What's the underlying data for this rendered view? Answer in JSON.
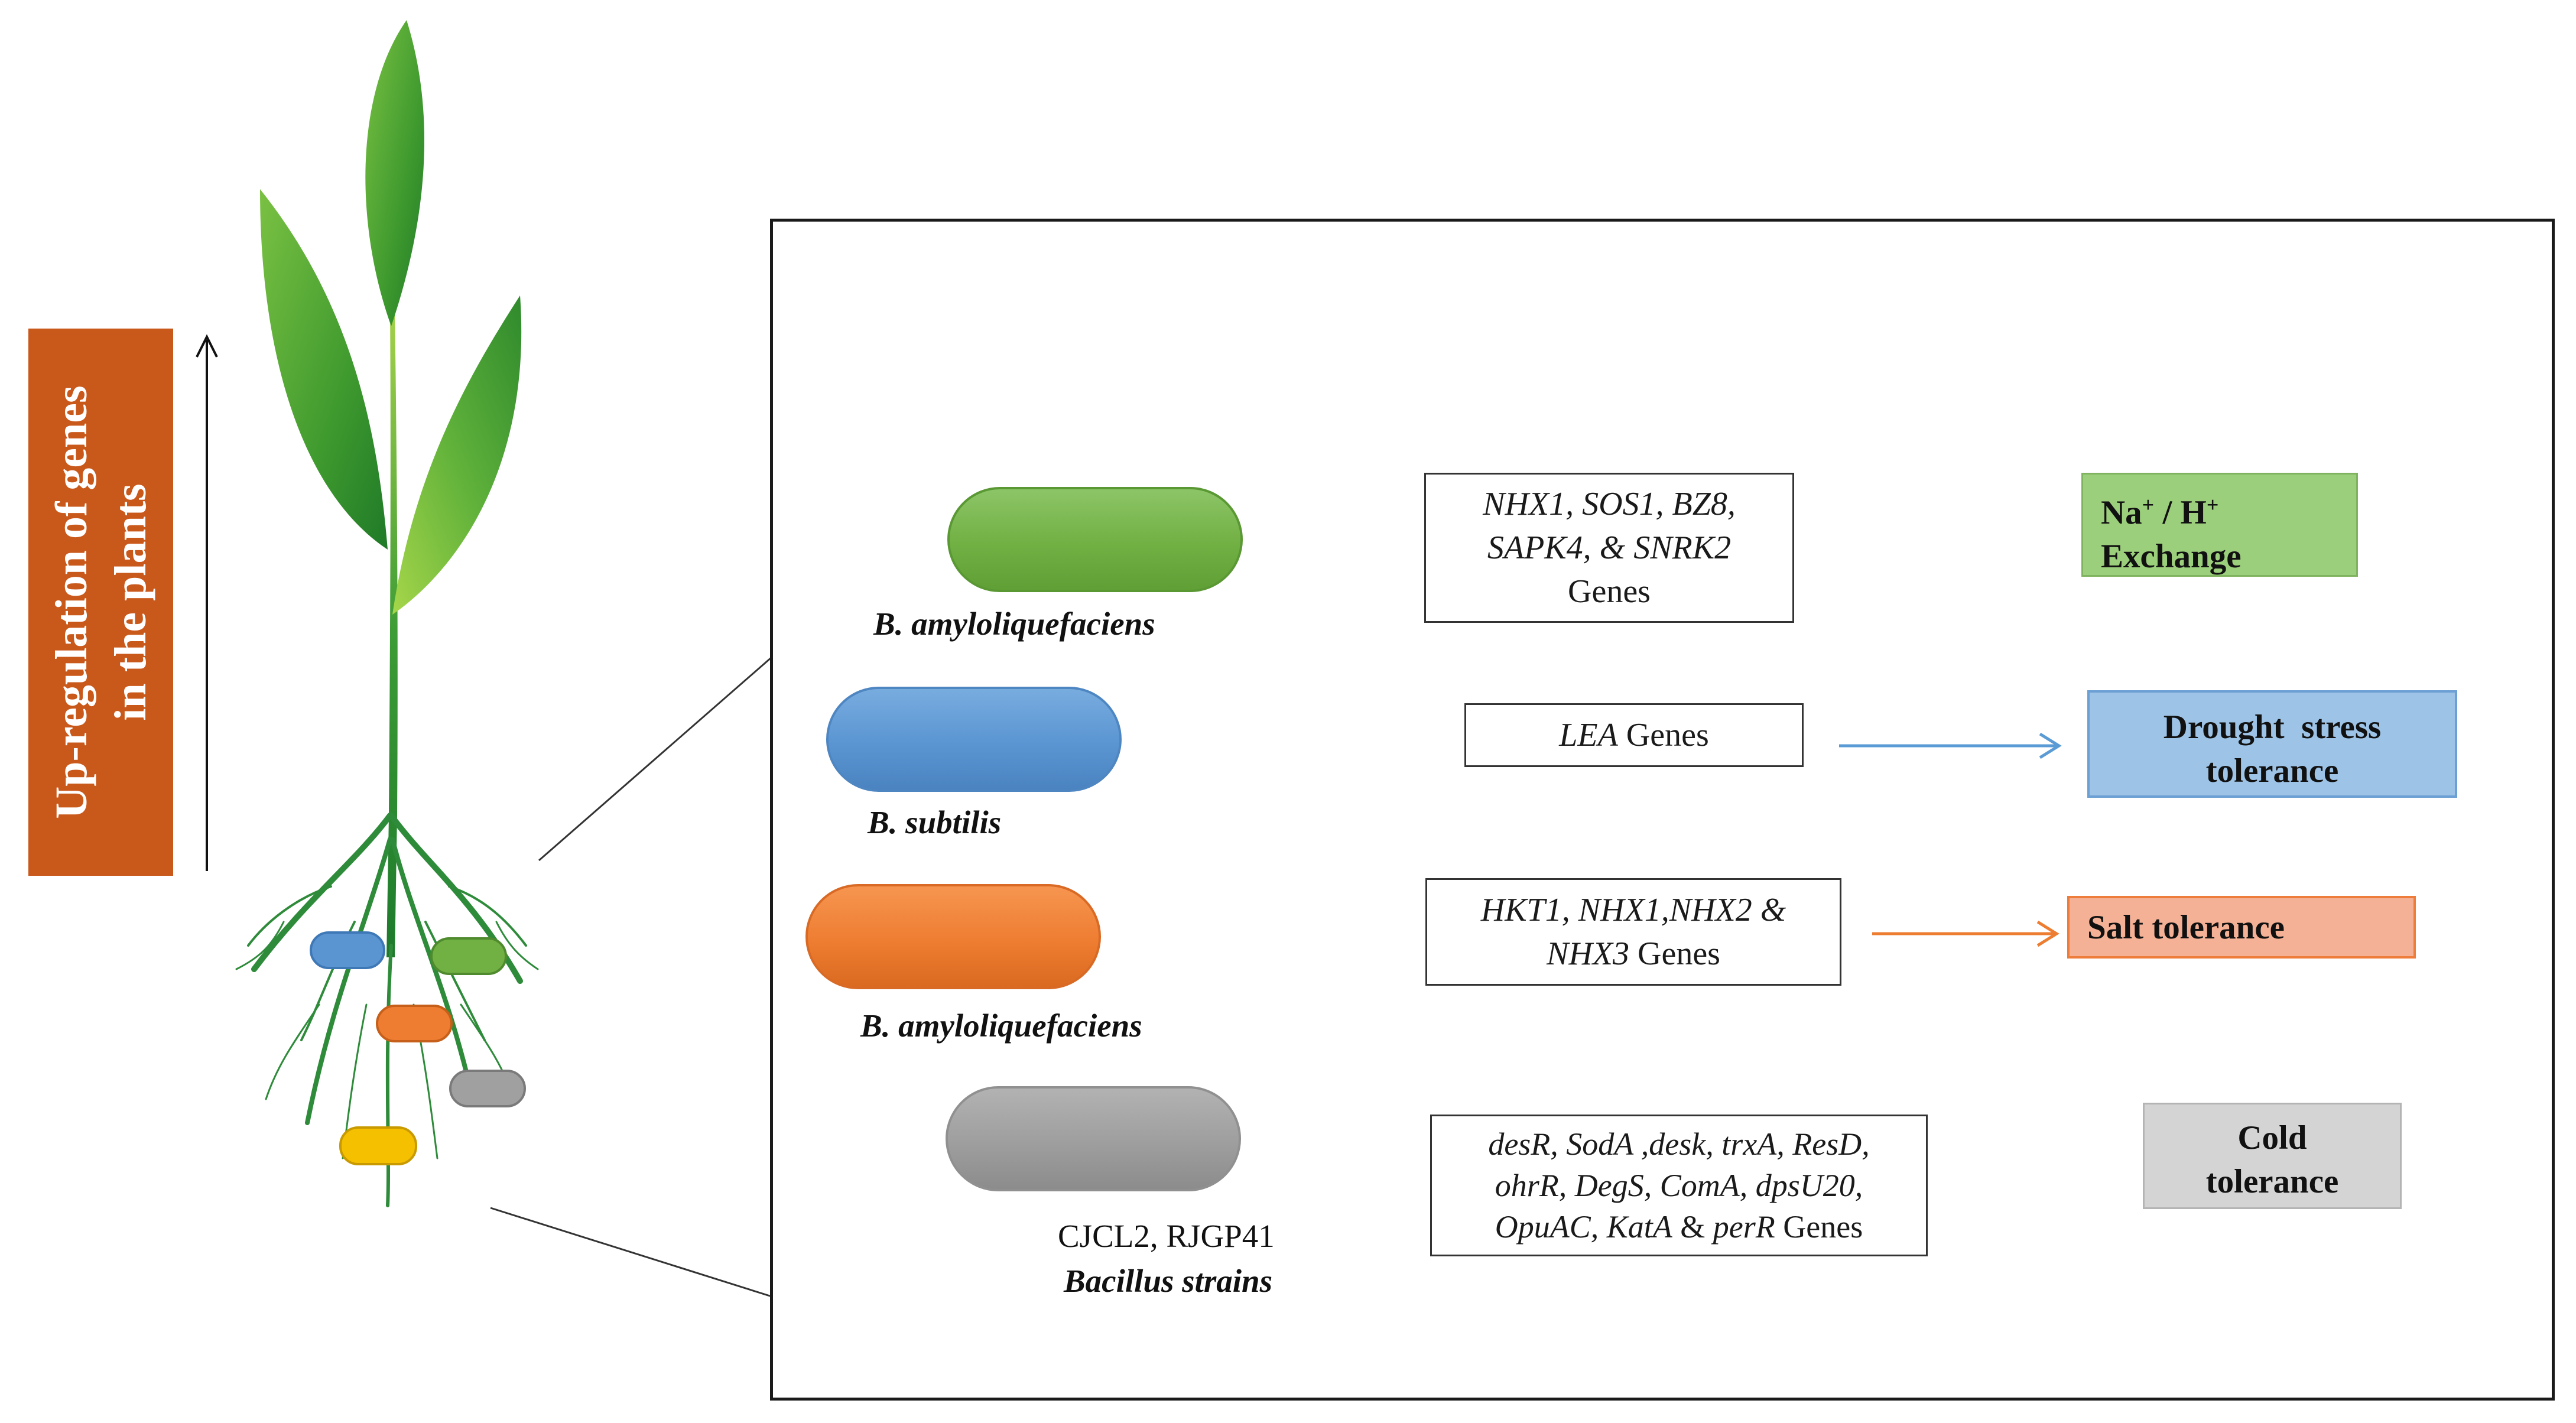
{
  "side_banner": {
    "line1": "Up-regulation of genes",
    "line2": "in the plants",
    "color": "#c9581b"
  },
  "rows": [
    {
      "organism": "B. amyloliquefaciens",
      "pill_color": "#71b043",
      "genes_line1": "NHX1, SOS1, BZ8,",
      "genes_line2": "SAPK4, & SNRK2",
      "genes_suffix": "Genes",
      "outcome_line1_base": "Na",
      "outcome_line1_sup1": "+",
      "outcome_line1_mid": " / H",
      "outcome_line1_sup2": "+",
      "outcome_line2": "Exchange",
      "outcome_color": "#9ccf7c"
    },
    {
      "organism": "B. subtilis",
      "pill_color": "#5a95d2",
      "genes_italic": "LEA",
      "genes_suffix": " Genes",
      "outcome_line1": "Drought  stress",
      "outcome_line2": "tolerance",
      "outcome_color": "#9dc3e6",
      "arrow_color": "#5b9bd5"
    },
    {
      "organism": "B. amyloliquefaciens",
      "pill_color": "#ee7d31",
      "genes_line1": "HKT1, NHX1,NHX2 &",
      "genes_line2_italic": "NHX3",
      "genes_suffix": " Genes",
      "outcome": "Salt tolerance",
      "outcome_color": "#f4b196",
      "arrow_color": "#ed7d31"
    },
    {
      "organism_line1": "CJCL2, RJGP41",
      "organism_line2": "Bacillus strains",
      "pill_color": "#9e9e9e",
      "genes_line1": "desR, SodA ,desk, trxA, ResD,",
      "genes_line2": "ohrR, DegS, ComA, dpsU20,",
      "genes_line3_a": "OpuAC, KatA",
      "genes_line3_b": " & ",
      "genes_line3_c": "perR",
      "genes_suffix": " Genes",
      "outcome_line1": "Cold",
      "outcome_line2": "tolerance",
      "outcome_color": "#d4d4d4"
    }
  ]
}
